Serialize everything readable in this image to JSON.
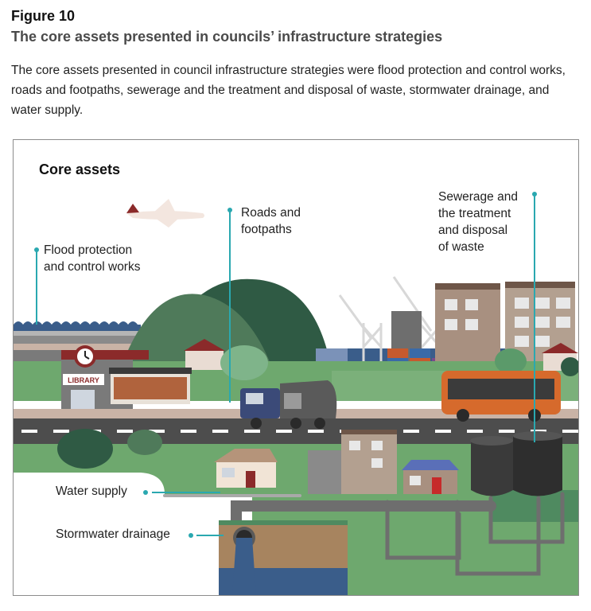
{
  "figure": {
    "label": "Figure 10",
    "title": "The core assets presented in councils’ infrastructure strategies",
    "description": "The core assets presented in council infrastructure strategies were flood protection and control works, roads and footpaths, sewerage and the treatment and disposal of waste, stormwater drainage, and water supply."
  },
  "diagram": {
    "title": "Core assets",
    "labels": {
      "flood_line1": "Flood protection",
      "flood_line2": "and control works",
      "roads_line1": "Roads and",
      "roads_line2": "footpaths",
      "sewer_line1": "Sewerage and",
      "sewer_line2": "the treatment",
      "sewer_line3": "and disposal",
      "sewer_line4": "of waste",
      "water_supply": "Water supply",
      "stormwater": "Stormwater drainage"
    },
    "signs": {
      "library": "LIBRARY"
    },
    "colors": {
      "leader": "#2aa8b0",
      "road": "#4d4d4d",
      "grass": "#6ea86e",
      "hill": "#2f5a44",
      "sea": "#3a5d8a"
    }
  }
}
